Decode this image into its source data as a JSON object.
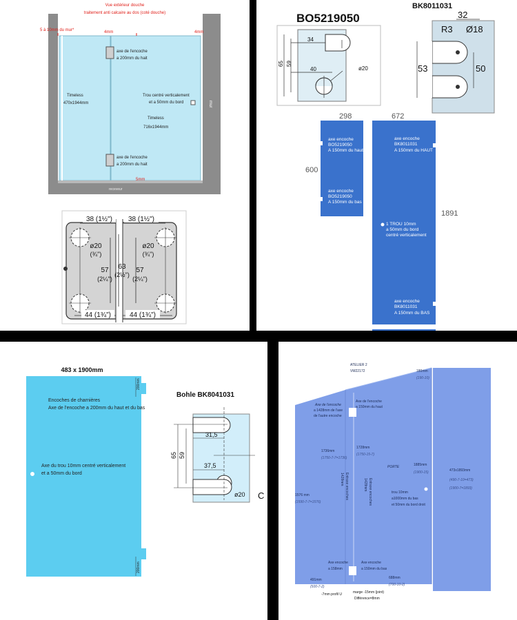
{
  "q1": {
    "title": "Vue extérieur douche",
    "subtitle": "traitement anti calcaire au dos (coté douche)",
    "wall_gap": "5 à 10mm du mur*",
    "gap_top_1": "4mm",
    "gap_top_2": "4mm",
    "notch_top_1": "axe de l'encoche",
    "notch_top_2": "a 200mm du hait",
    "hole_1": "Trou centré verticalement",
    "hole_2": "et a 50mm du bord",
    "panel_left_1": "Timeless",
    "panel_left_2": "470x1944mm",
    "panel_right_1": "Timeless",
    "panel_right_2": "716x1944mm",
    "mur": "mur",
    "notch_bot_1": "axe de l'encoche",
    "notch_bot_2": "a 200mm du hait",
    "gap_bottom": "5mm",
    "receveur": "receveur",
    "colors": {
      "glass": "#bfe8f5",
      "wall": "#8c8c8c",
      "red": "#e0201a"
    }
  },
  "q1b": {
    "w_left": "38 (1½\")",
    "w_right": "38 (1½\")",
    "d_left": "ø20",
    "d_left_in": "(¾\")",
    "d_right": "ø20",
    "d_right_in": "(¾\")",
    "h_left": "57",
    "h_left_in": "(2¼\")",
    "h_mid": "63",
    "h_mid_in": "(2½\")",
    "h_right": "57",
    "h_right_in": "(2¼\")",
    "b_left": "44 (1¾\")",
    "b_right": "44 (1¾\")"
  },
  "q2": {
    "ref_a": "BO5219050",
    "ref_b": "BK8011031",
    "a_34": "34",
    "a_40": "40",
    "a_65": "65",
    "a_59": "59",
    "a_d20": "ø20",
    "b_32": "32",
    "b_r3": "R3",
    "b_d18": "Ø18",
    "b_53": "53",
    "b_50": "50",
    "w1": "298",
    "w2": "672",
    "h1": "600",
    "h2": "1891",
    "p1_top": [
      "axe encoche",
      "BO5219050",
      "A 150mm du haut"
    ],
    "p1_bot": [
      "axe encoche",
      "BO5219050",
      "A 150mm du bas"
    ],
    "p2_top": [
      "axe encoche",
      "BK8011031",
      "A 150mm du HAUT"
    ],
    "p2_mid": [
      "1 TROU 10mm",
      "a 50mm du bord",
      "centré verticalement"
    ],
    "p2_bot": [
      "axe encoche",
      "BK8011031",
      "A 150mm du BAS"
    ],
    "colors": {
      "panel": "#3a72cc"
    }
  },
  "q3": {
    "size": "483 x 1900mm",
    "notch_1": "Encoches de charnières",
    "notch_2": "Axe de l'encoche a 200mm du haut et du bas",
    "hole_1": "Axe du trou 10mm centré verticalement",
    "hole_2": "et a 50mm du bord",
    "dim_top": "200mm",
    "dim_bot": "200mm",
    "ref": "Bohle BK8041031",
    "d_315": "31,5",
    "d_375": "37,5",
    "d_65": "65",
    "d_59": "59",
    "d_20": "ø20",
    "side_letter": "C",
    "colors": {
      "panel": "#5ccdf0"
    }
  },
  "q4": {
    "atelier": "ATELIER 2",
    "ref": "VM22172",
    "notch_left": [
      "Axe de l'encoche",
      "a 1428mm de l'axe",
      "de l'autre encoche"
    ],
    "notch_mid_top": [
      "Axe de l'encoche",
      "a 150mm du haut"
    ],
    "h_1736": "1736mm",
    "h_1736_f": "(1750-7-7=1736)",
    "h_1728": "1728mm",
    "h_1728_f": "(1750-15-7)",
    "entraxe_1": [
      "Entraxe encoches",
      "1428mm"
    ],
    "entraxe_2": [
      "Entraxe encoches",
      "1428mm"
    ],
    "h_1576": "1576 mm",
    "h_1576_f": "(1590-7-7=1576)",
    "porte": "PORTE",
    "h_1885": "1885mm",
    "h_1885_f": "(1900-15)",
    "hole": [
      "trou 10mm",
      "a1000mm du bas",
      "et 50mm du bord droit"
    ],
    "size_right": "473x1893mm",
    "size_right_f1": "(490-7-10=473)",
    "size_right_f2": "(1900-7=1893)",
    "w_180": "180mm",
    "w_180_f": "(190-10)",
    "notch_bl": [
      "Axe encoche",
      "a 158mm"
    ],
    "notch_bm": [
      "Axe encoche",
      "a 150mm du bas"
    ],
    "w_491": "491mm",
    "w_491_f": "(500-7-2)",
    "w_688": "688mm",
    "w_688_f": "(700-10-2)",
    "footer_1": "-7mm profil U",
    "footer_2": "marge -15mm (joint)",
    "footer_3": "Différence=8mm",
    "colors": {
      "panel": "#7f9ee8"
    }
  }
}
